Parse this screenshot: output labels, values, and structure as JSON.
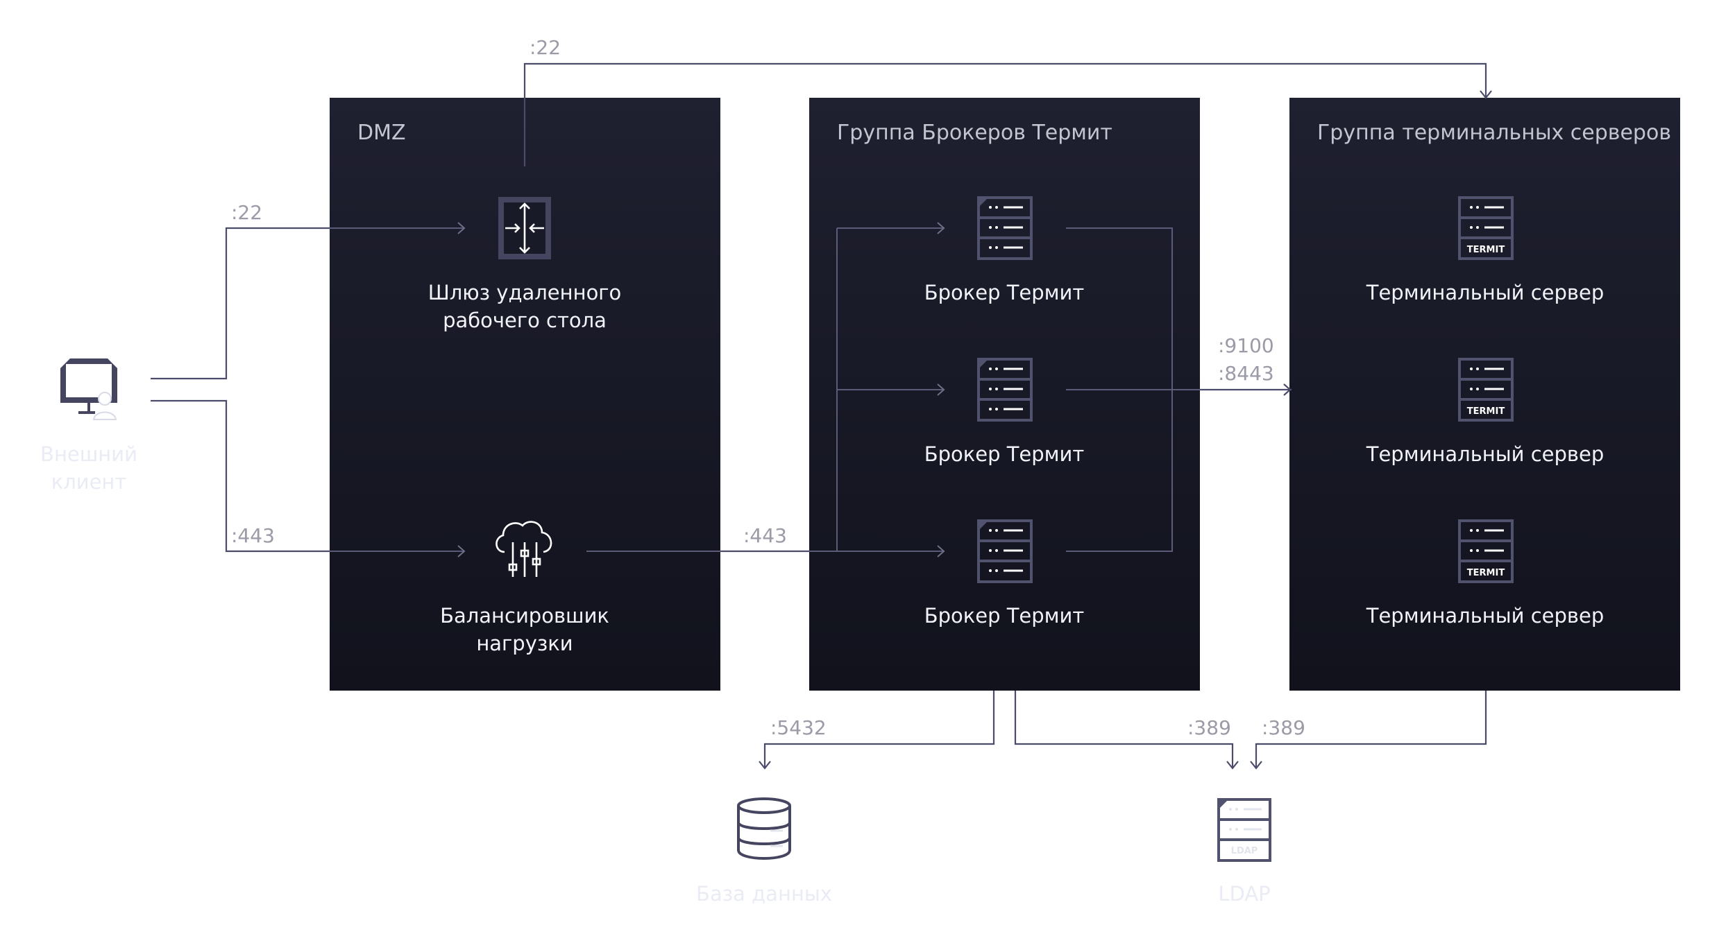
{
  "colors": {
    "panel_top": "#1f2030",
    "panel_bottom": "#11121c",
    "line": "#4b4b6a",
    "icon": "#45455f",
    "port_label": "#9a9ba6"
  },
  "groups": {
    "dmz": "DMZ",
    "brokers": "Группа Брокеров Термит",
    "terminals": "Группа терминальных серверов"
  },
  "nodes": {
    "gateway": {
      "label_line1": "Шлюз удаленного",
      "label_line2": "рабочего стола",
      "icon": "gateway-arrows-icon"
    },
    "balancer": {
      "label_line1": "Балансировшик",
      "label_line2": "нагрузки",
      "icon": "cloud-sliders-icon"
    },
    "broker1": {
      "label": "Брокер Термит",
      "icon": "server-icon"
    },
    "broker2": {
      "label": "Брокер Термит",
      "icon": "server-icon"
    },
    "broker3": {
      "label": "Брокер Термит",
      "icon": "server-icon"
    },
    "terminal1": {
      "label": "Терминальный сервер",
      "icon": "termit-server-icon",
      "badge": "TERMIT"
    },
    "terminal2": {
      "label": "Терминальный сервер",
      "icon": "termit-server-icon",
      "badge": "TERMIT"
    },
    "terminal3": {
      "label": "Терминальный сервер",
      "icon": "termit-server-icon",
      "badge": "TERMIT"
    },
    "client": {
      "label_line1": "Внешний",
      "label_line2": "клиент",
      "icon": "monitor-user-icon"
    },
    "database": {
      "label": "База данных",
      "icon": "database-icon"
    },
    "ldap": {
      "label": "LDAP",
      "icon": "ldap-server-icon",
      "badge": "LDAP"
    }
  },
  "ports": {
    "client_gateway": ":22",
    "gateway_terminal": ":22",
    "client_balancer": ":443",
    "balancer_broker": ":443",
    "broker_terminal_a": ":9100",
    "broker_terminal_b": ":8443",
    "broker_db": ":5432",
    "broker_ldap": ":389",
    "terminal_ldap": ":389"
  }
}
